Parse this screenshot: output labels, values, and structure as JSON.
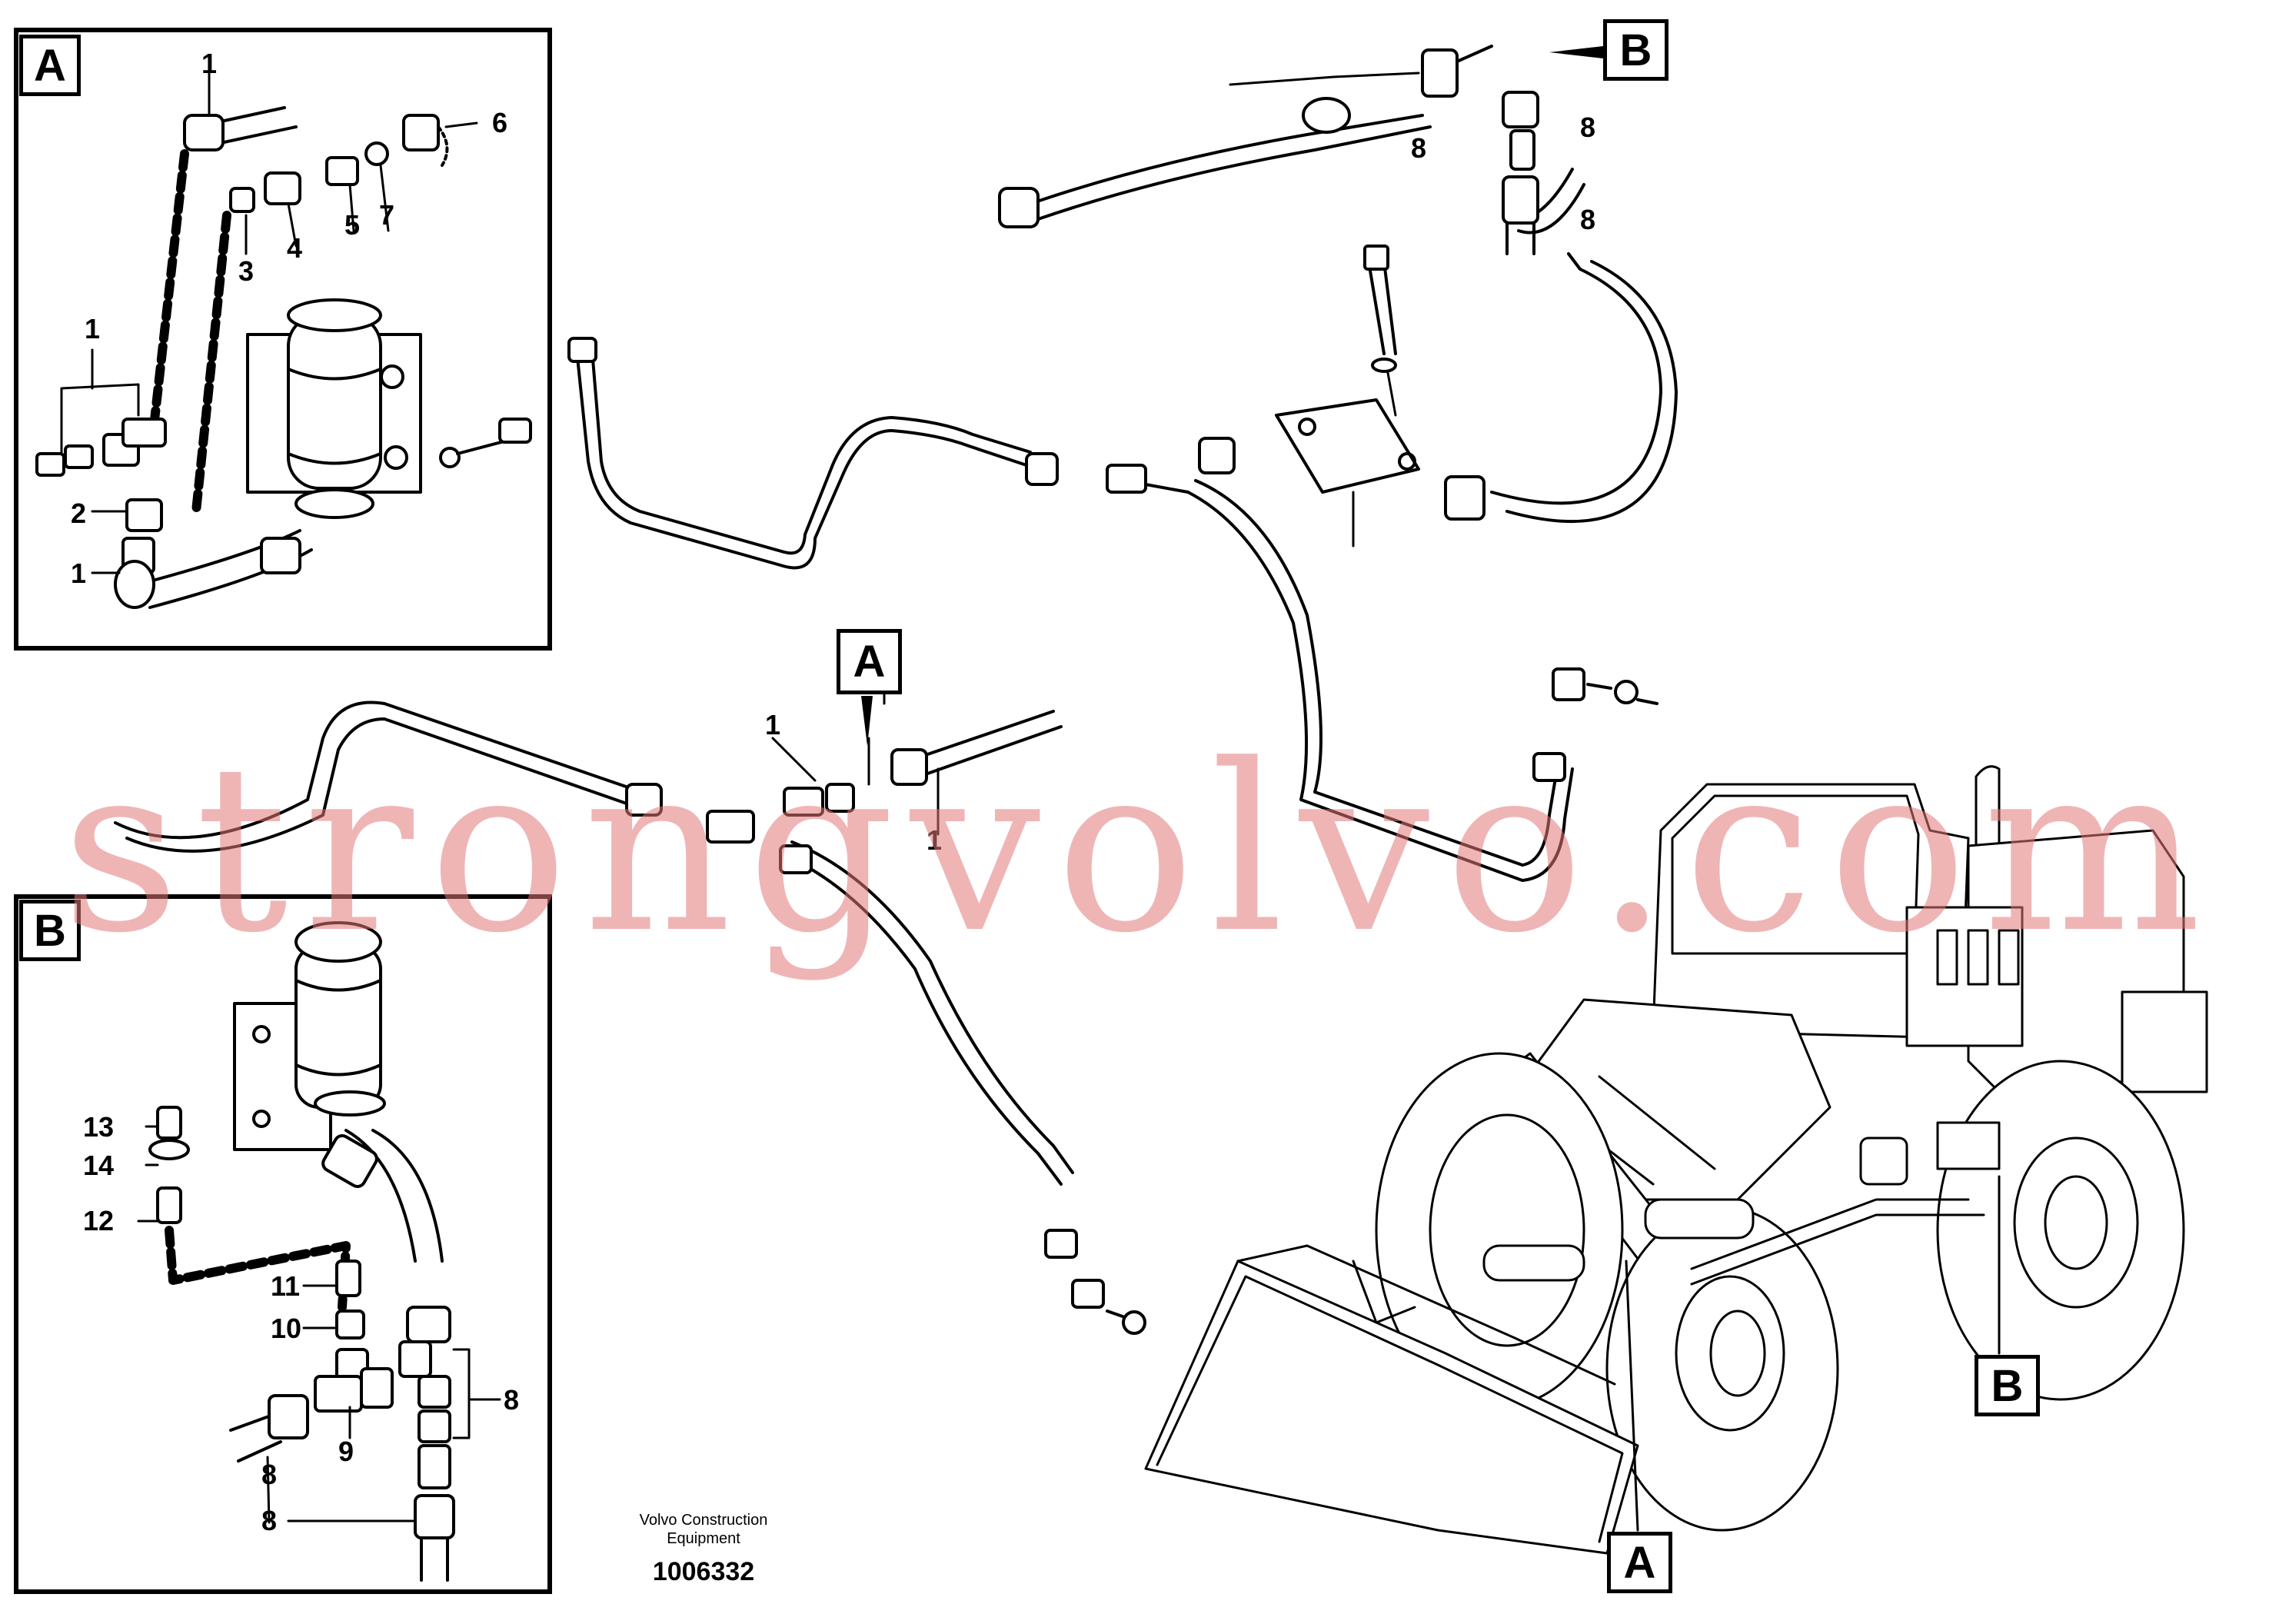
{
  "inset_a": {
    "tag": "A",
    "labels": [
      "1",
      "6",
      "3",
      "4",
      "5",
      "7",
      "1",
      "2",
      "1"
    ]
  },
  "inset_b": {
    "tag": "B",
    "labels": [
      "13",
      "14",
      "12",
      "11",
      "10",
      "8",
      "9",
      "8",
      "8"
    ]
  },
  "main": {
    "tag_a_top": "A",
    "tag_b_top": "B",
    "tag_a_bottom": "A",
    "tag_b_bottom": "B",
    "labels": [
      "8",
      "8",
      "8",
      "1",
      "1"
    ]
  },
  "caption": {
    "line1": "Volvo Construction",
    "line2": "Equipment",
    "figure_number": "1006332"
  },
  "watermark": "strongvolvo.com"
}
